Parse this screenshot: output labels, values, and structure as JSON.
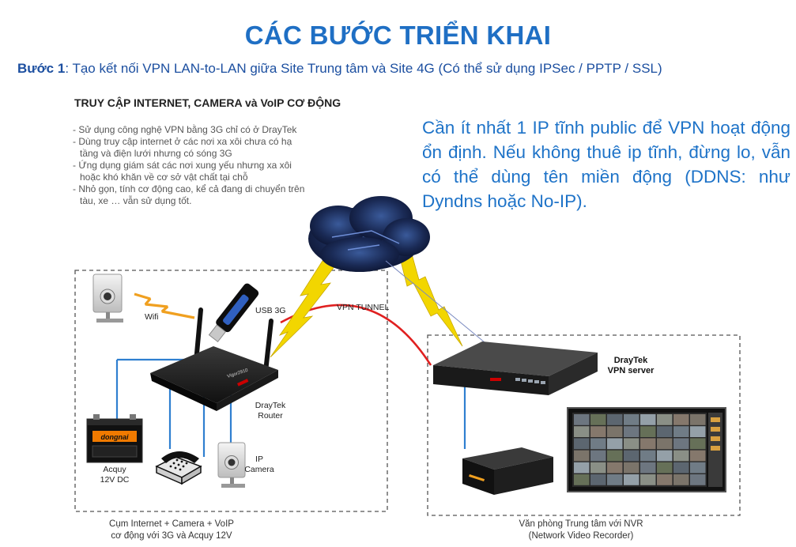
{
  "title": "CÁC BƯỚC TRIỂN KHAI",
  "step": {
    "label": "Bước 1",
    "text": ": Tạo kết nối VPN LAN-to-LAN giữa Site Trung tâm và Site 4G (Có thể sử dụng IPSec / PPTP / SSL)"
  },
  "section_heading": "TRUY CẬP INTERNET, CAMERA và VoIP CƠ ĐỘNG",
  "bullets": [
    "- Sử dụng công nghệ VPN bằng 3G chỉ có ở DrayTek",
    "- Dùng truy cập internet ở các nơi xa xôi chưa có hạ",
    "tầng và điện lưới nhưng có sóng 3G",
    "- Ứng dụng giám sát các nơi xung yếu nhưng xa xôi",
    "hoặc khó khăn về cơ sở vật chất tại chỗ",
    "- Nhỏ gọn, tính cơ động cao, kể cả đang di chuyển trên",
    "tàu, xe … vẫn sử dụng tốt."
  ],
  "note": "Cần ít nhất 1 IP tĩnh public để VPN hoạt động ổn định. Nếu không thuê ip tĩnh, đừng lo, vẫn có thể dùng tên miền động (DDNS: như Dyndns hoặc No-IP).",
  "labels": {
    "wifi": "Wifi",
    "usb3g": "USB 3G",
    "vpn_tunnel": "VPN TUNNEL",
    "router_1": "DrayTek",
    "router_2": "Router",
    "ip_camera_1": "IP",
    "ip_camera_2": "Camera",
    "acquy_1": "Acquy",
    "acquy_2": "12V DC",
    "vpn_server_1": "DrayTek",
    "vpn_server_2": "VPN server",
    "group_left_1": "Cụm Internet + Camera + VoIP",
    "group_left_2": "cơ động với 3G và Acquy 12V",
    "group_right_1": "Văn phòng Trung tâm với NVR",
    "group_right_2": "(Network Video Recorder)",
    "battery_brand": "dongnai",
    "router_model": "Vigor2910"
  },
  "colors": {
    "title": "#1f6fc4",
    "step": "#1c4fa0",
    "note": "#1e73c8",
    "lan_line": "#2f7fd0",
    "vpn_tunnel": "#e02020",
    "wireless": "#f0a020",
    "cloud": "#1a2a55"
  }
}
